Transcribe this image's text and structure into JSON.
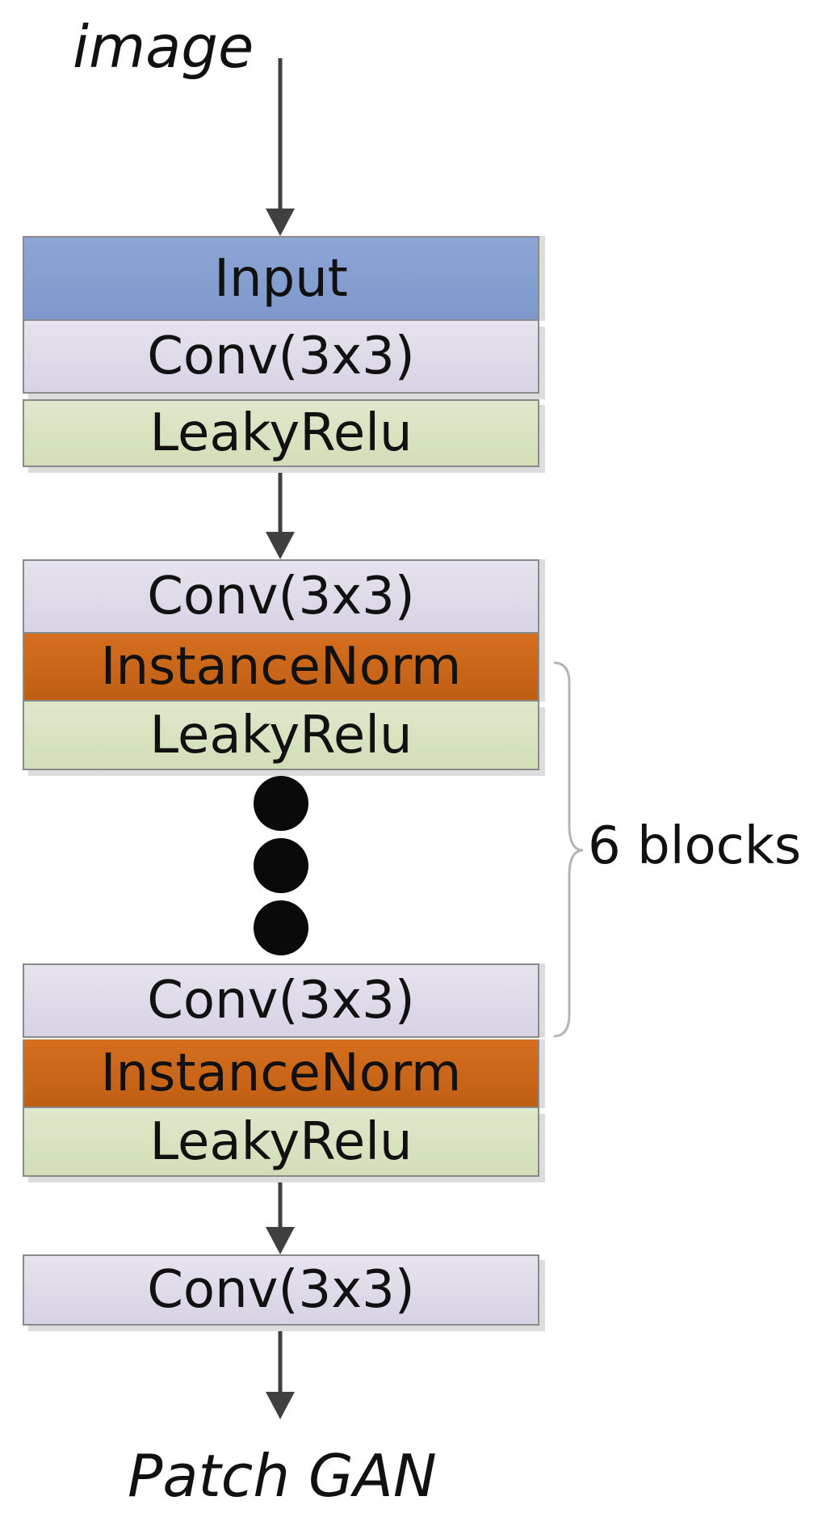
{
  "diagram": {
    "top_label": "image",
    "bottom_label": "Patch GAN",
    "brace_label": "6 blocks",
    "layers": {
      "input": "Input",
      "conv1": "Conv(3x3)",
      "relu1": "LeakyRelu",
      "conv2": "Conv(3x3)",
      "norm2": "InstanceNorm",
      "relu2": "LeakyRelu",
      "conv3": "Conv(3x3)",
      "norm3": "InstanceNorm",
      "relu3": "LeakyRelu",
      "conv4": "Conv(3x3)"
    }
  },
  "colors": {
    "input": "#8da6d6",
    "conv": "#dcd8e7",
    "leaky_relu": "#d7e2c0",
    "instance_norm": "#c9651a",
    "arrow": "#404040"
  }
}
